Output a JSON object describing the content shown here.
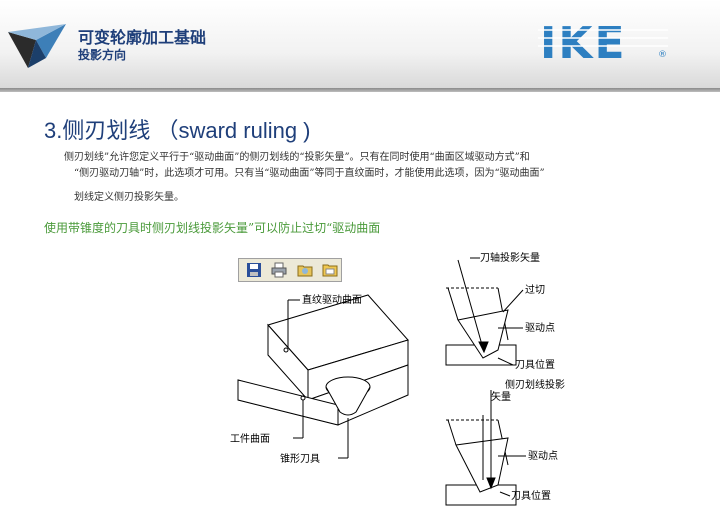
{
  "header": {
    "title": "可变轮廓加工基础",
    "subtitle": "投影方向",
    "brand": "IKE",
    "brand_mark": "®"
  },
  "section": {
    "title": "3.侧刃划线 （sward ruling )"
  },
  "paragraph": {
    "line1": "侧刃划线”允许您定义平行于“驱动曲面”的侧刃划线的“投影矢量”。只有在同时使用“曲面区域驱动方式”和",
    "line2": "“侧刃驱动刀轴”时，此选项才可用。只有当“驱动曲面”等同于直纹面时，才能使用此选项，因为“驱动曲面”",
    "line3": "划线定义侧刃投影矢量。"
  },
  "note": "使用带锥度的刀具时侧刃划线投影矢量”可以防止过切“驱动曲面",
  "toolbar": {
    "icons": [
      "save-icon",
      "print-icon",
      "open-icon",
      "folder-icon"
    ]
  },
  "diagram_labels": {
    "drive_surface": "直纹驱动曲面",
    "part_surface": "工件曲面",
    "taper_tool": "锥形刀具",
    "tool_axis_projection": "刀轴投影矢量",
    "overcut": "过切",
    "drive_point_top": "驱动点",
    "tool_position_top": "刀具位置",
    "swarf_projection_line1": "侧刃划线投影",
    "swarf_projection_line2": "矢量",
    "drive_point_bottom": "驱动点",
    "tool_position_bottom": "刀具位置"
  },
  "colors": {
    "header_text": "#1f3f7a",
    "brand_blue": "#2d7fc1",
    "note_green": "#4a9a3a"
  }
}
